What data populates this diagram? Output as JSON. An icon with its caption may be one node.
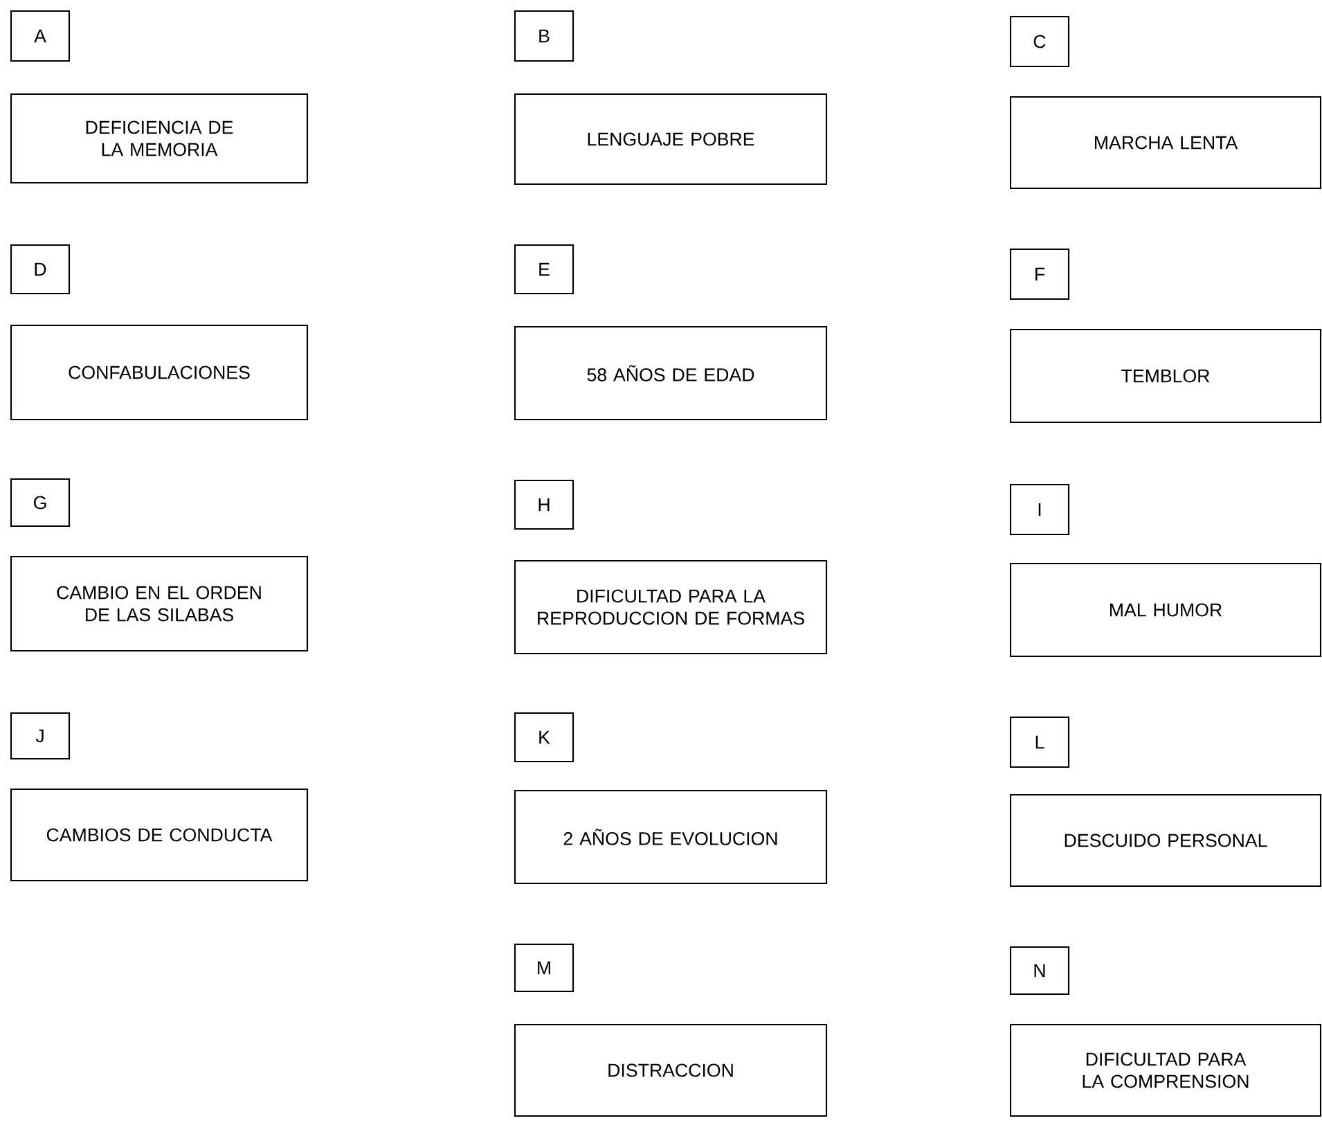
{
  "diagram": {
    "nodes": [
      {
        "text": [
          "A"
        ]
      },
      {
        "text": [
          "DEFICIENCIA DE LA MEMORIA"
        ]
      },
      {
        "text": [
          "B"
        ]
      },
      {
        "text": [
          "LENGUAJE POBRE"
        ]
      },
      {
        "text": [
          "C"
        ]
      },
      {
        "text": [
          "MARCHA LENTA"
        ]
      },
      {
        "text": [
          "D"
        ]
      },
      {
        "text": [
          "CONFABULACIONES"
        ]
      },
      {
        "text": [
          "E"
        ]
      },
      {
        "text": [
          "58 AÑOS DE EDAD"
        ]
      },
      {
        "text": [
          "F"
        ]
      },
      {
        "text": [
          "TEMBLOR"
        ]
      },
      {
        "text": [
          "G"
        ]
      },
      {
        "text": [
          "CAMBIO EN EL ORDEN DE LAS SILABAS"
        ]
      },
      {
        "text": [
          "H"
        ]
      },
      {
        "text": [
          "DIFICULTAD PARA LA REPRODUCCION DE FORMAS"
        ]
      },
      {
        "text": [
          "I"
        ]
      },
      {
        "text": [
          "MAL HUMOR"
        ]
      },
      {
        "text": [
          "J"
        ]
      },
      {
        "text": [
          "CAMBIOS DE CONDUCTA"
        ]
      },
      {
        "text": [
          "K"
        ]
      },
      {
        "text": [
          "2 AÑOS DE EVOLUCION"
        ]
      },
      {
        "text": [
          "L"
        ]
      },
      {
        "text": [
          "DESCUIDO PERSONAL"
        ]
      },
      {
        "text": [
          "M"
        ]
      },
      {
        "text": [
          "DISTRACCION"
        ]
      },
      {
        "text": [
          "N"
        ]
      },
      {
        "text": [
          "DIFICULTAD PARA LA COMPRENSION"
        ]
      }
    ]
  }
}
